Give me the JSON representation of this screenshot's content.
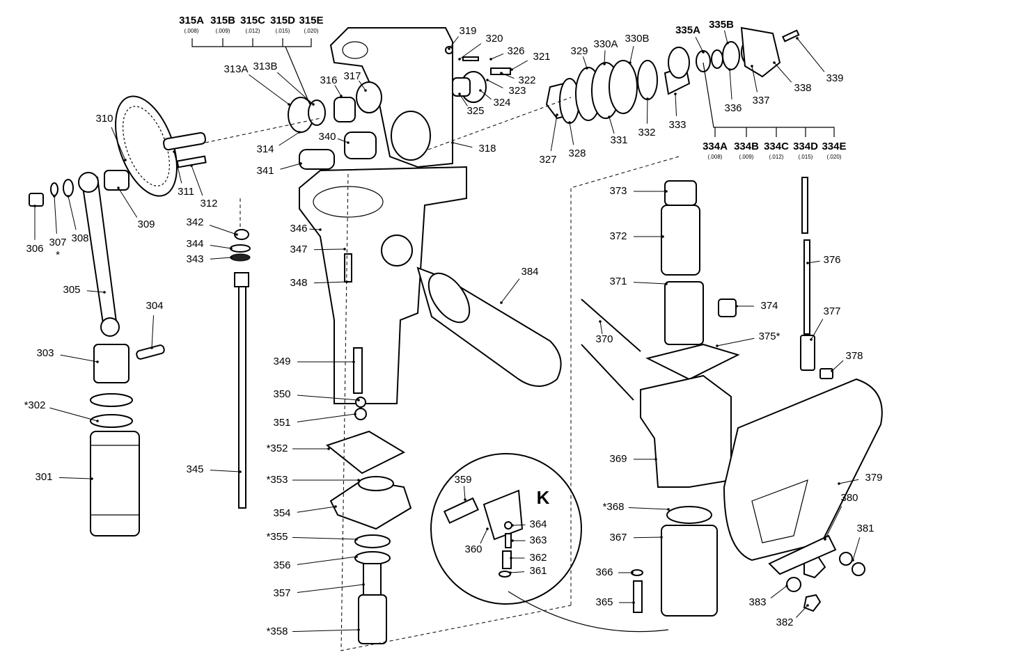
{
  "diagram": {
    "inset_label": "K",
    "shim_group_top": {
      "parts": [
        "315A",
        "315B",
        "315C",
        "315D",
        "315E"
      ],
      "sizes": [
        "(.008)",
        "(.009)",
        "(.012)",
        "(.015)",
        "(.020)"
      ]
    },
    "shim_group_right": {
      "parts": [
        "334A",
        "334B",
        "334C",
        "334D",
        "334E"
      ],
      "sizes": [
        "(.008)",
        "(.009)",
        "(.012)",
        "(.015)",
        "(.020)"
      ]
    },
    "callouts": [
      "319",
      "320",
      "326",
      "321",
      "322",
      "323",
      "324",
      "325",
      "313A",
      "313B",
      "316",
      "317",
      "310",
      "314",
      "340",
      "341",
      "318",
      "311",
      "312",
      "309",
      "306",
      "307",
      "308",
      "342",
      "344",
      "343",
      "346",
      "347",
      "348",
      "305",
      "304",
      "303",
      "*302",
      "301",
      "345",
      "349",
      "350",
      "351",
      "*352",
      "*353",
      "354",
      "*355",
      "356",
      "357",
      "*358",
      "327",
      "328",
      "329",
      "330A",
      "330B",
      "331",
      "332",
      "333",
      "335A",
      "335B",
      "336",
      "337",
      "338",
      "339",
      "373",
      "372",
      "371",
      "370",
      "374",
      "375*",
      "376",
      "377",
      "378",
      "369",
      "*368",
      "367",
      "366",
      "365",
      "379",
      "380",
      "381",
      "383",
      "382",
      "359",
      "360",
      "364",
      "363",
      "362",
      "361",
      "384",
      "*"
    ]
  }
}
